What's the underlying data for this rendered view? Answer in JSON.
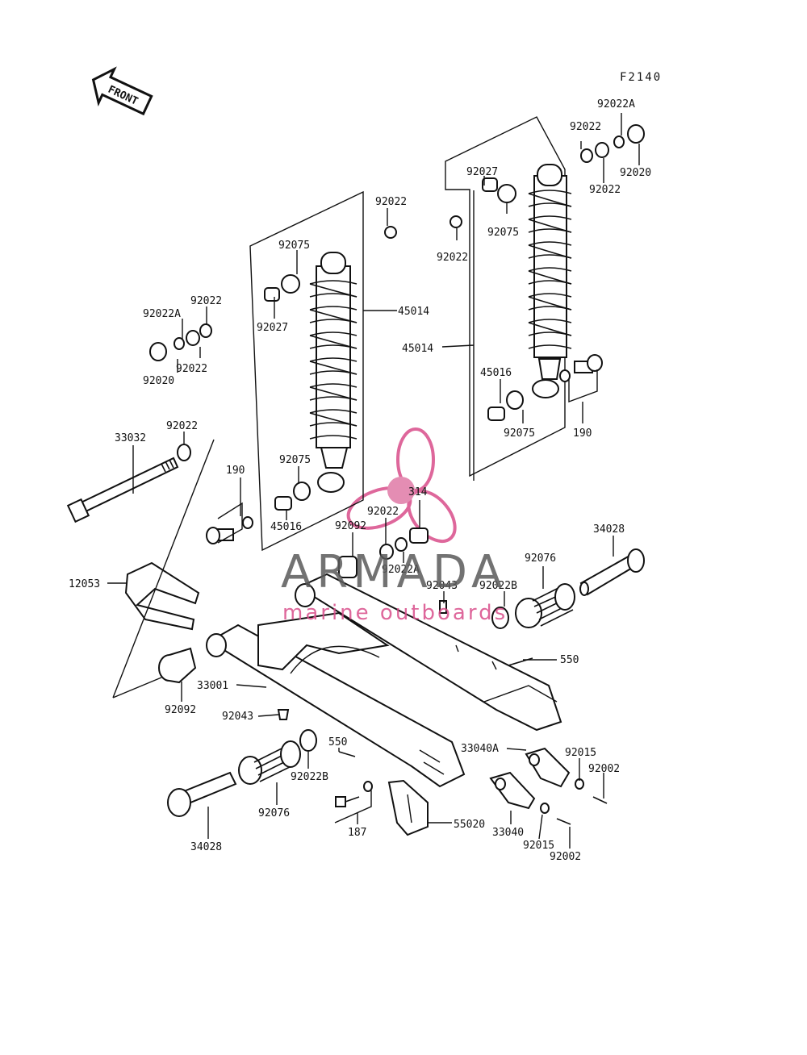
{
  "figure_code": "F2140",
  "front_label": "FRONT",
  "watermark": {
    "brand": "ARMADA",
    "tagline": "marine outboards",
    "brand_color": "#5a5a5a",
    "logo_color": "#d94d8a"
  },
  "labels": {
    "l_92022A_r": "92022A",
    "l_92022_r1": "92022",
    "l_92020_r": "92020",
    "l_92022_r2": "92022",
    "l_92027_r": "92027",
    "l_92075_r1": "92075",
    "l_92022_r3": "92022",
    "l_45014_r": "45014",
    "l_45016_r": "45016",
    "l_92075_r2": "92075",
    "l_190_r": "190",
    "l_92022_top": "92022",
    "l_92075_l1": "92075",
    "l_92027_l": "92027",
    "l_45014_l": "45014",
    "l_92022A_l": "92022A",
    "l_92022_l1": "92022",
    "l_92020_l": "92020",
    "l_92022_l2": "92022",
    "l_33032": "33032",
    "l_92022_bolt": "92022",
    "l_190_l": "190",
    "l_92075_l2": "92075",
    "l_45016_l": "45016",
    "l_314": "314",
    "l_92022_m": "92022",
    "l_92092_m": "92092",
    "l_92022A_m": "92022A",
    "l_34028_r": "34028",
    "l_92076_r": "92076",
    "l_92043_m": "92043",
    "l_92022B_r": "92022B",
    "l_12053": "12053",
    "l_550_r": "550",
    "l_33001": "33001",
    "l_92092_l": "92092",
    "l_92043_l": "92043",
    "l_550_l": "550",
    "l_33040A": "33040A",
    "l_92015_r1": "92015",
    "l_92002_r1": "92002",
    "l_92022B_l": "92022B",
    "l_92076_l": "92076",
    "l_187": "187",
    "l_55020": "55020",
    "l_33040": "33040",
    "l_92015_r2": "92015",
    "l_92002_r2": "92002",
    "l_34028_l": "34028"
  }
}
